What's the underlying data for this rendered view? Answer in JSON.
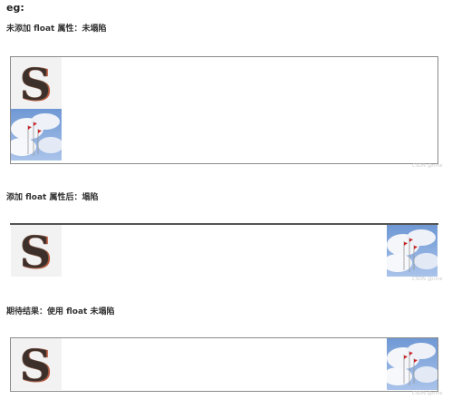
{
  "heading": "eg:",
  "sections": [
    {
      "caption": "未添加 float 属性：未塌陷"
    },
    {
      "caption": "添加 float 属性后：塌陷"
    },
    {
      "caption": "期待结果：使用 float 未塌陷"
    }
  ],
  "images": {
    "s_logo_letter": "S",
    "s_logo_name": "s-logo-icon",
    "sky_name": "sky-flags-photo"
  },
  "watermark": "CSDN @nine",
  "colors": {
    "logo_fill": "#3d2f2a",
    "logo_outline": "#c0563a",
    "sky": "#5d88c9"
  }
}
